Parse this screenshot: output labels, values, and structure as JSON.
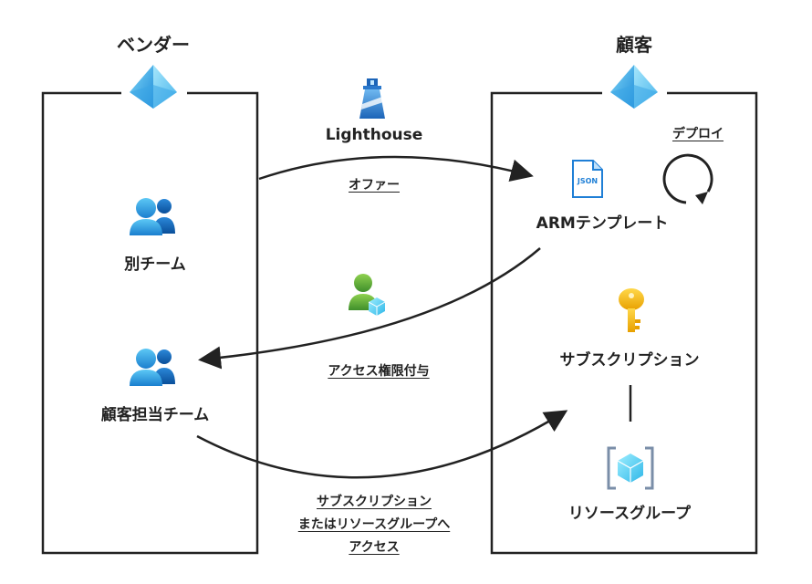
{
  "vendor": {
    "title": "ベンダー",
    "team_other": "別チーム",
    "team_customer": "顧客担当チーム"
  },
  "customer": {
    "title": "顧客",
    "arm_template": "ARMテンプレート",
    "deploy": "デプロイ",
    "subscription": "サブスクリプション",
    "resource_group": "リソースグループ"
  },
  "middle": {
    "lighthouse": "Lighthouse",
    "offer": "オファー",
    "grant_access": "アクセス権限付与",
    "access_line1": "サブスクリプション",
    "access_line2": "またはリソースグループへ",
    "access_line3": "アクセス"
  },
  "icons": {
    "json_badge": "JSON",
    "entra-id": "entra-id-pyramid-icon",
    "people": "people-icon",
    "lighthouse": "lighthouse-icon",
    "key": "key-icon",
    "resource_group": "resource-group-cube-icon",
    "user_cube": "user-with-cube-icon",
    "json_file": "json-file-icon"
  },
  "colors": {
    "azure_blue": "#0078d4",
    "light_blue": "#50e6ff",
    "key_yellow": "#ffb900",
    "green": "#5ea0ef"
  }
}
